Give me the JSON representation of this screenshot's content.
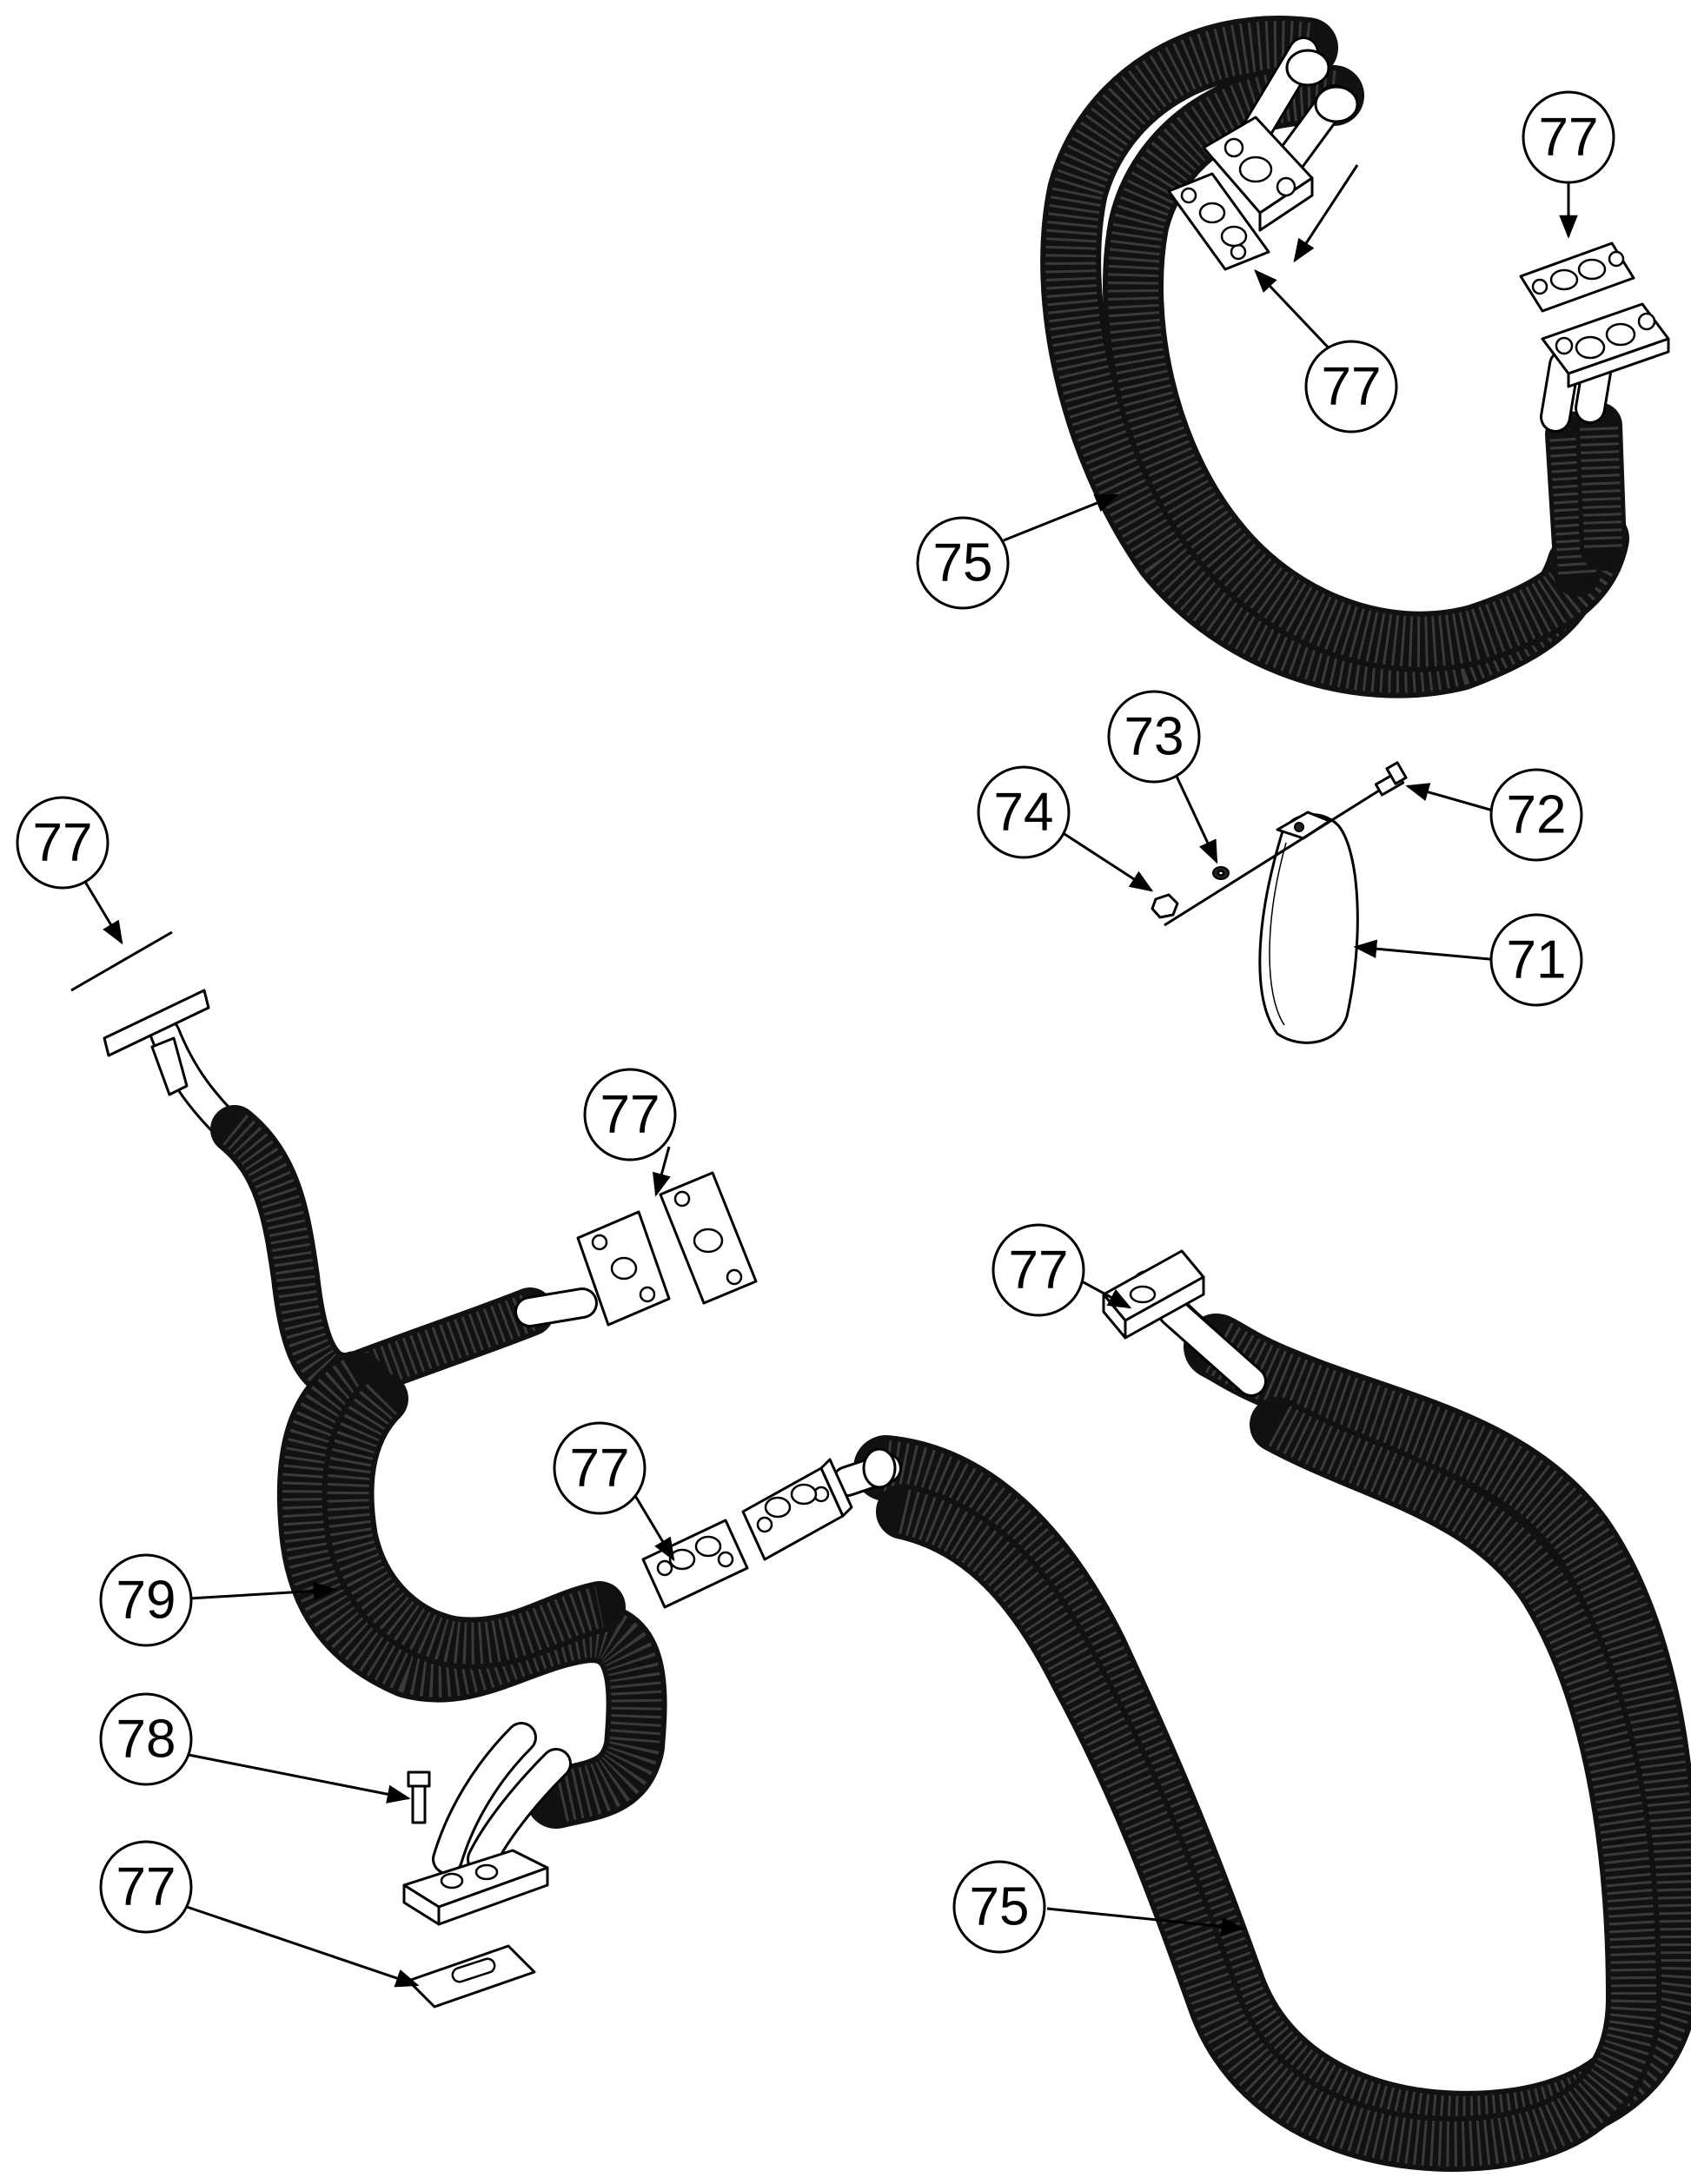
{
  "callouts": [
    {
      "id": "c1",
      "label": "77"
    },
    {
      "id": "c2",
      "label": "77"
    },
    {
      "id": "c3",
      "label": "75"
    },
    {
      "id": "c4",
      "label": "73"
    },
    {
      "id": "c5",
      "label": "74"
    },
    {
      "id": "c6",
      "label": "72"
    },
    {
      "id": "c7",
      "label": "71"
    },
    {
      "id": "c8",
      "label": "77"
    },
    {
      "id": "c9",
      "label": "77"
    },
    {
      "id": "c10",
      "label": "77"
    },
    {
      "id": "c11",
      "label": "77"
    },
    {
      "id": "c12",
      "label": "79"
    },
    {
      "id": "c13",
      "label": "78"
    },
    {
      "id": "c14",
      "label": "77"
    },
    {
      "id": "c15",
      "label": "75"
    }
  ]
}
